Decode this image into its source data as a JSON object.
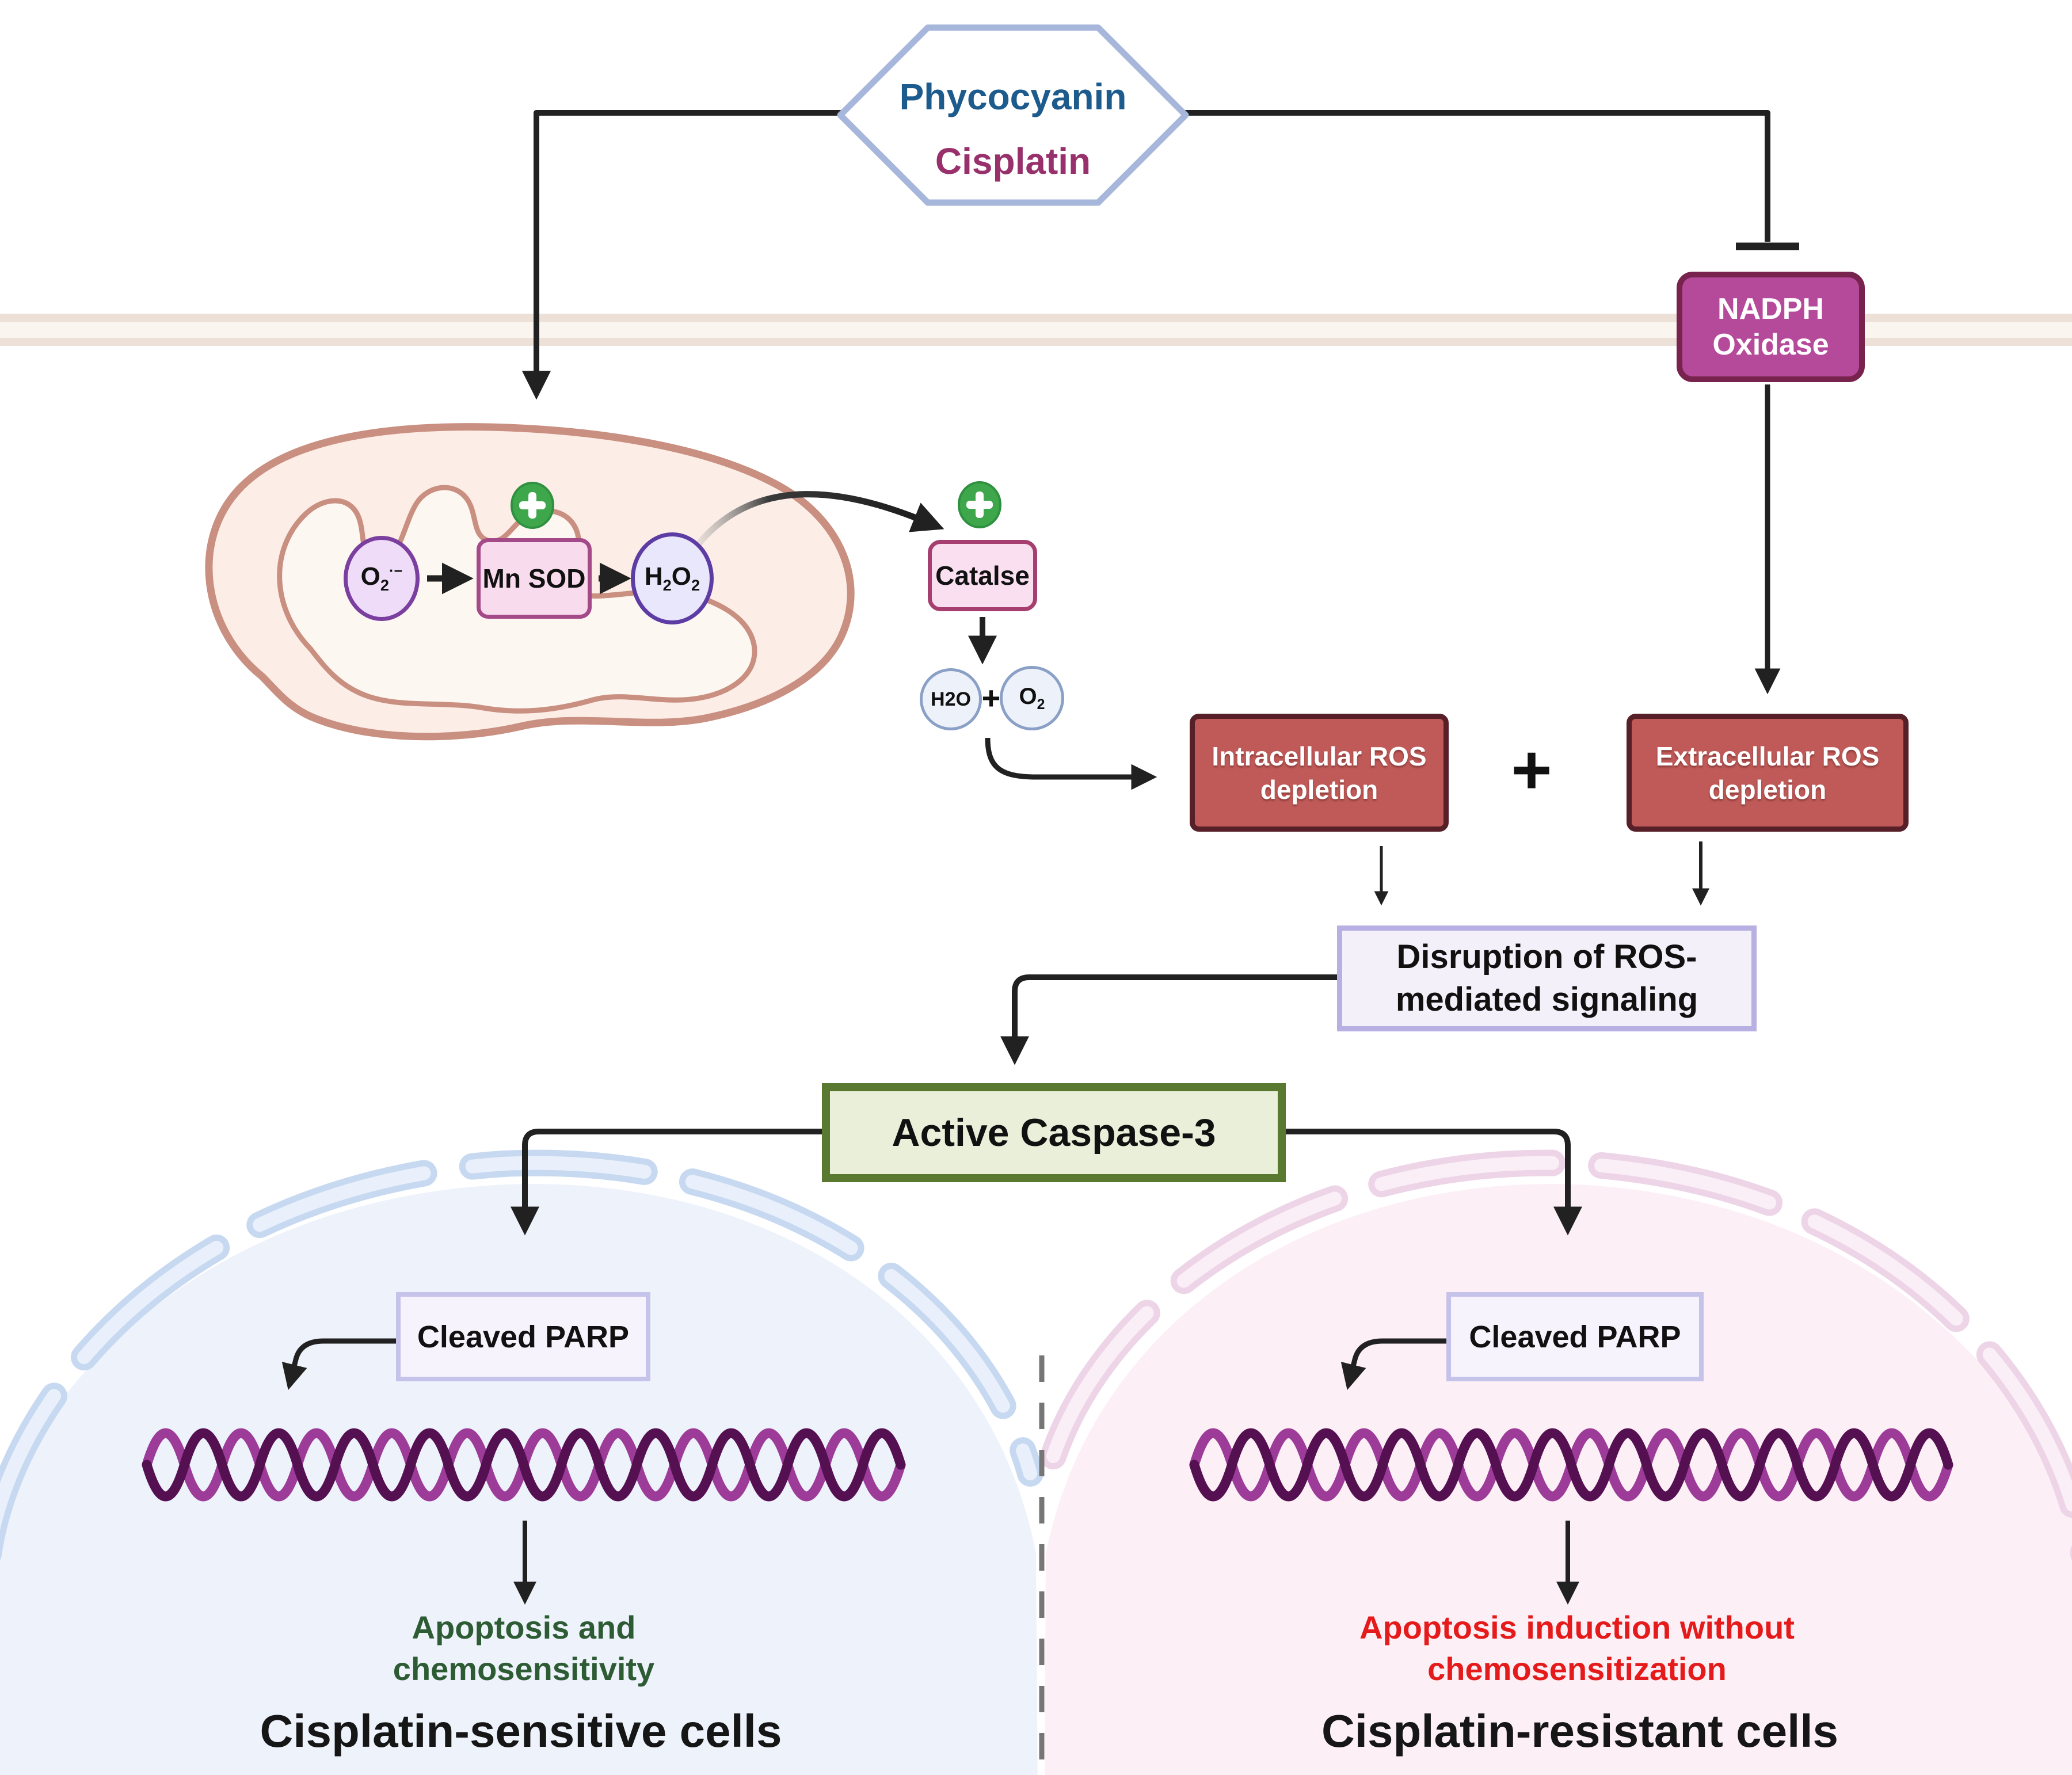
{
  "top_hexagon": {
    "phycocyanin": "Phycocyanin",
    "cisplatin": "Cisplatin"
  },
  "nadph_oxidase": {
    "line1": "NADPH",
    "line2": "Oxidase"
  },
  "mitochondrion": {
    "superoxide_base": "O",
    "superoxide_sub": "2",
    "superoxide_sup": "·−",
    "mnsod": "Mn SOD",
    "peroxide_p1": "H",
    "peroxide_s1": "2",
    "peroxide_p2": "O",
    "peroxide_s2": "2"
  },
  "catalase": {
    "label": "Catalse",
    "water": "H2O",
    "plus": "+",
    "oxygen_base": "O",
    "oxygen_sub": "2"
  },
  "ros": {
    "intracellular_line1": "Intracellular ROS",
    "intracellular_line2": "depletion",
    "plus": "+",
    "extracellular_line1": "Extracellular ROS",
    "extracellular_line2": "depletion"
  },
  "disruption": {
    "line1": "Disruption of ROS-",
    "line2": "mediated signaling"
  },
  "caspase": {
    "label": "Active Caspase-3"
  },
  "left_cell": {
    "parp": "Cleaved PARP",
    "outcome_line1": "Apoptosis and",
    "outcome_line2": "chemosensitivity",
    "title": "Cisplatin-sensitive cells"
  },
  "right_cell": {
    "parp": "Cleaved PARP",
    "outcome_line1": "Apoptosis induction without",
    "outcome_line2": "chemosensitization",
    "title": "Cisplatin-resistant cells"
  },
  "colors": {
    "hexagon_border": "#a7b7db",
    "phycocyanin_text": "#1d5b8d",
    "cisplatin_text": "#98306b",
    "nadph_fill": "#b54a9b",
    "nadph_border": "#77234d",
    "membrane_stripe": "#ece0d7",
    "membrane_core": "#fbf5f0",
    "mito_outline": "#c98f80",
    "mito_fill": "#fceee7",
    "mito_matrix": "#fdf7f2",
    "superoxide_fill": "#eedcf9",
    "superoxide_border": "#7a3f9f",
    "mnsod_fill": "#f8dcee",
    "mnsod_border": "#a54a89",
    "peroxide_fill": "#e9e7fb",
    "peroxide_border": "#5d3ca4",
    "catalase_fill": "#f9dff0",
    "catalase_border": "#a63f70",
    "gas_circle_fill": "#edf2fa",
    "gas_circle_border": "#8ba0c6",
    "ros_fill": "#c05a58",
    "ros_border": "#572029",
    "disruption_fill": "#f4f0fa",
    "disruption_border": "#b8b0e2",
    "caspase_fill": "#e9efd9",
    "caspase_border": "#5a7930",
    "parp_fill": "#f6f3fc",
    "parp_border": "#c6c3ea",
    "left_cell_fill": "#edf2fb",
    "left_cell_membrane": "#c7d9f1",
    "right_cell_fill": "#fcf0f6",
    "right_cell_membrane": "#edd4e7",
    "dna_strand_light": "#9c3b98",
    "dna_strand_dark": "#551052",
    "plus_icon_green": "#3ea64b",
    "arrow_black": "#212121",
    "divider_gray": "#767676",
    "outcome_green": "#2d5b33",
    "outcome_red": "#e51a1a",
    "heading_black": "#161616"
  }
}
